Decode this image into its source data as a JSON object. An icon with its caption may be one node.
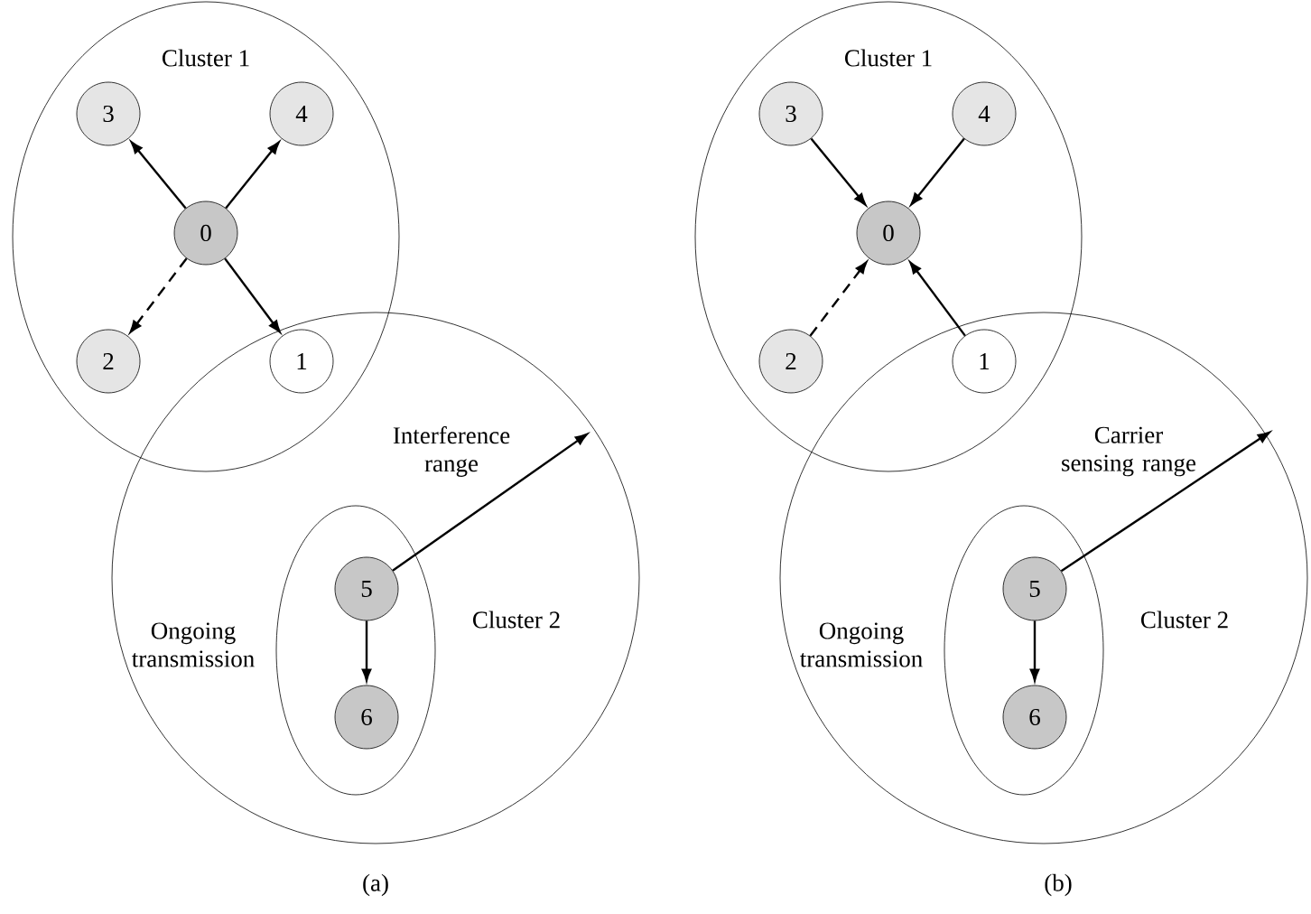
{
  "diagram": {
    "nodes": [
      {
        "text": [
          "Cluster 1"
        ]
      },
      {
        "text": [
          "3"
        ],
        "in": 0
      },
      {
        "text": [
          "4"
        ],
        "in": 0
      },
      {
        "text": [
          "0"
        ],
        "in": 0
      },
      {
        "text": [
          "2"
        ],
        "in": 0
      },
      {
        "text": [
          "1"
        ]
      },
      {
        "text": [
          "Cluster 2"
        ]
      },
      {
        "text": [],
        "shape": "ellipse",
        "beside": [
          "Ongoing transmission"
        ],
        "in": 6
      },
      {
        "text": [
          "5"
        ],
        "in": 7
      },
      {
        "text": [
          "6"
        ],
        "in": 7
      },
      {
        "text": [
          "Cluster 1"
        ]
      },
      {
        "text": [
          "3"
        ],
        "in": 10
      },
      {
        "text": [
          "4"
        ],
        "in": 10
      },
      {
        "text": [
          "0"
        ],
        "in": 10
      },
      {
        "text": [
          "2"
        ],
        "in": 10
      },
      {
        "text": [
          "1"
        ]
      },
      {
        "text": [
          "Cluster 2"
        ]
      },
      {
        "text": [],
        "shape": "ellipse",
        "beside": [
          "Ongoing transmission"
        ],
        "in": 16
      },
      {
        "text": [
          "5"
        ],
        "in": 17
      },
      {
        "text": [
          "6"
        ],
        "in": 17
      }
    ],
    "edges": [
      {
        "from": 3,
        "to": 1,
        "arrow": "to"
      },
      {
        "from": 3,
        "to": 2,
        "arrow": "to"
      },
      {
        "from": 3,
        "to": 4,
        "arrow": "to",
        "style": "dashed"
      },
      {
        "from": 3,
        "to": 5,
        "arrow": "to"
      },
      {
        "from": 8,
        "to": null,
        "arrow": "to",
        "label": "Interference range"
      },
      {
        "from": 8,
        "to": 9,
        "arrow": "to"
      },
      {
        "from": 11,
        "to": 13,
        "arrow": "to"
      },
      {
        "from": 12,
        "to": 13,
        "arrow": "to"
      },
      {
        "from": 14,
        "to": 13,
        "arrow": "to",
        "style": "dashed"
      },
      {
        "from": 15,
        "to": 13,
        "arrow": "to"
      },
      {
        "from": 18,
        "to": null,
        "arrow": "to",
        "label": "Carrier sensing range"
      },
      {
        "from": 18,
        "to": 19,
        "arrow": "to"
      }
    ],
    "labels": [
      "(a)",
      "(b)"
    ]
  }
}
